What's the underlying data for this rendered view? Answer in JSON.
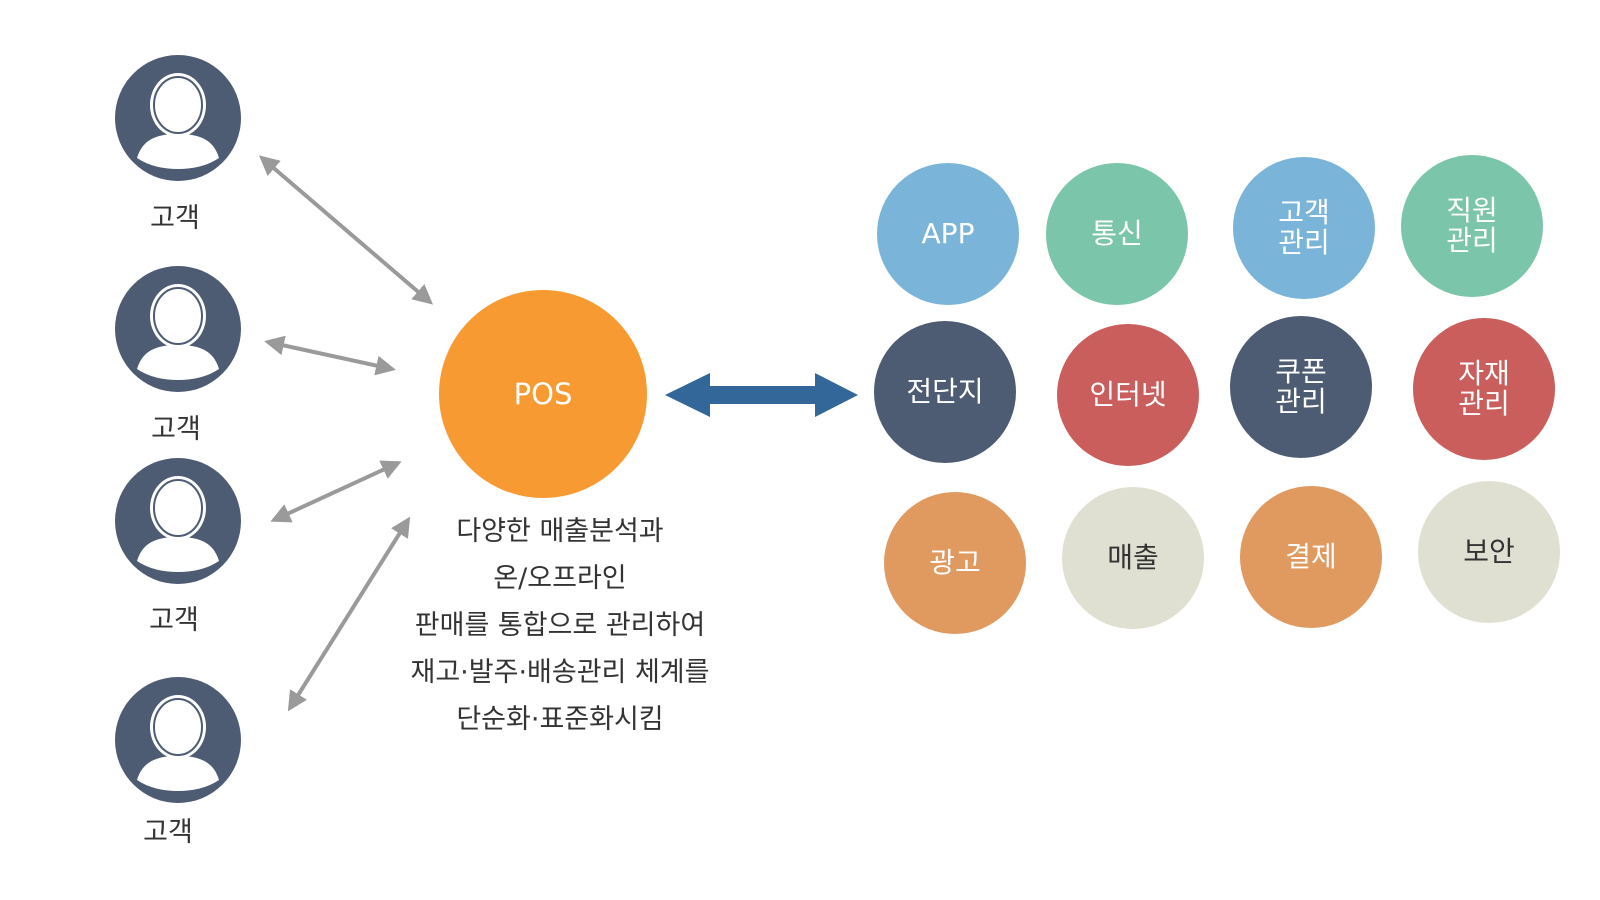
{
  "customers": [
    {
      "label": "고객"
    },
    {
      "label": "고객"
    },
    {
      "label": "고객"
    },
    {
      "label": "고객"
    }
  ],
  "pos": {
    "label": "POS"
  },
  "description": [
    "다양한 매출분석과",
    "온/오프라인",
    "판매를 통합으로 관리하여",
    "재고·발주·배송관리 체계를",
    "단순화·표준화시킴"
  ],
  "services": {
    "app": {
      "label": "APP",
      "color": "#7ab4d8"
    },
    "telecom": {
      "label": "통신",
      "color": "#7bc5ab"
    },
    "customer_mgmt": {
      "line1": "고객",
      "line2": "관리",
      "color": "#7ab4d8"
    },
    "staff_mgmt": {
      "line1": "직원",
      "line2": "관리",
      "color": "#7bc5ab"
    },
    "flyer": {
      "label": "전단지",
      "color": "#4e5c73"
    },
    "internet": {
      "label": "인터넷",
      "color": "#c95e5c"
    },
    "coupon_mgmt": {
      "line1": "쿠폰",
      "line2": "관리",
      "color": "#4e5c73"
    },
    "material_mgmt": {
      "line1": "자재",
      "line2": "관리",
      "color": "#c95e5c"
    },
    "advertising": {
      "label": "광고",
      "color": "#e0995f"
    },
    "sales": {
      "label": "매출",
      "color": "#e0e0d2"
    },
    "payment": {
      "label": "결제",
      "color": "#e0995f"
    },
    "security": {
      "label": "보안",
      "color": "#e0e0d2"
    }
  },
  "colors": {
    "avatar": "#4e5c73",
    "pos": "#f79a32",
    "connector": "#9a9a9a",
    "main_arrow": "#336699"
  }
}
